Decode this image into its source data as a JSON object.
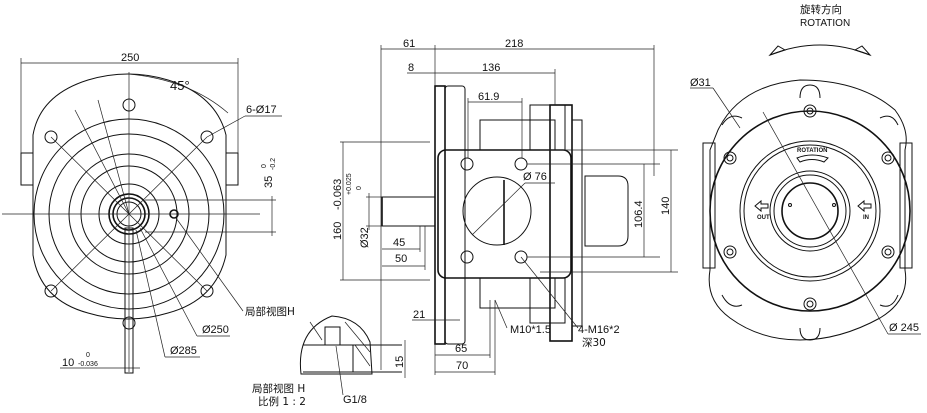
{
  "drawing": {
    "title": "Gearbox mounting dimension drawing",
    "front_view": {
      "width_label": "250",
      "angle_label": "45°",
      "holes_label": "6-Ø17",
      "keyway_height_label": "35",
      "keyway_height_tol_upper": "0",
      "keyway_height_tol_lower": "-0.2",
      "bolt_circle_label": "Ø250",
      "outer_circle_label": "Ø285",
      "key_width_label": "10",
      "key_width_tol_upper": "0",
      "key_width_tol_lower": "-0.036",
      "detail_callout": "局部视图H"
    },
    "detail_view": {
      "title": "局部视图 H",
      "scale": "比例 1 : 2",
      "thread_label": "G1/8",
      "depth_label": "15"
    },
    "side_view": {
      "dim_61": "61",
      "dim_218": "218",
      "dim_8": "8",
      "dim_136": "136",
      "dim_61_9": "61.9",
      "pilot_dia_label": "160",
      "pilot_dia_tol": "-0.063",
      "shaft_dia_label": "Ø32",
      "shaft_dia_tol_upper": "+0.025",
      "shaft_dia_tol_lower": "0",
      "dim_45": "45",
      "dim_50": "50",
      "port_dia_label": "Ø 76",
      "dim_106_4": "106.4",
      "dim_140": "140",
      "dim_21": "21",
      "dim_65": "65",
      "dim_70": "70",
      "thread_m10": "M10*1.5",
      "thread_m16": "4-M16*2",
      "thread_m16_depth": "深30"
    },
    "rear_view": {
      "rotation_cn": "旋转方向",
      "rotation_en": "ROTATION",
      "hole_dia_label": "Ø31",
      "outer_dia_label": "Ø  245",
      "plate_rotation": "ROTATION",
      "out_label": "OUT",
      "in_label": "IN"
    }
  }
}
